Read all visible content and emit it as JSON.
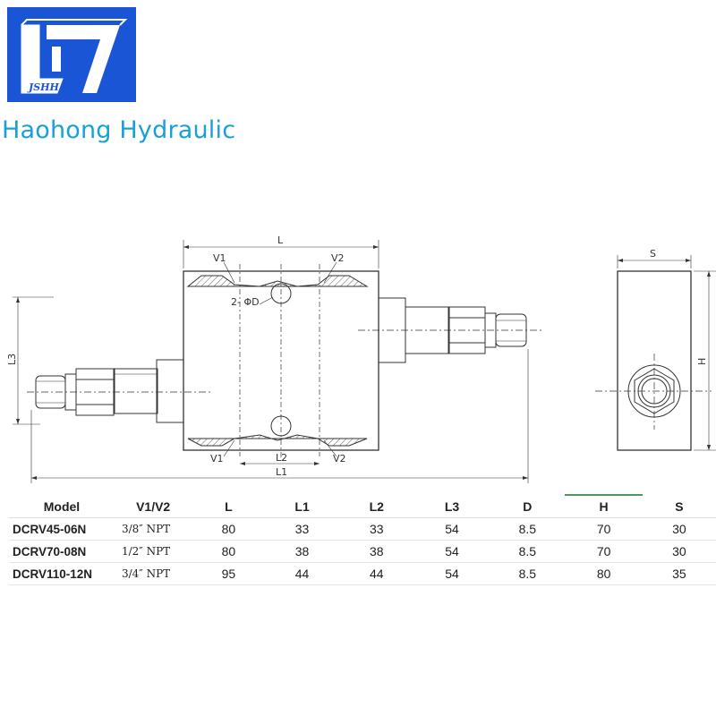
{
  "logo": {
    "text": "JSHH",
    "colors": {
      "frame": "#1a55d6",
      "mark": "#ffffff"
    }
  },
  "brand": {
    "name": "Haohong Hydraulic",
    "color": "#1aa0d8"
  },
  "drawing": {
    "labels": {
      "L": "L",
      "L1": "L1",
      "L2": "L2",
      "L3": "L3",
      "V1_top": "V1",
      "V2_top": "V2",
      "V1_bottom": "V1",
      "V2_bottom": "V2",
      "hole": "2- ΦD",
      "S": "S",
      "H": "H"
    }
  },
  "table": {
    "headers": [
      "Model",
      "V1/V2",
      "L",
      "L1",
      "L2",
      "L3",
      "D",
      "H",
      "S"
    ],
    "rows": [
      [
        "DCRV45-06N",
        "3/8″ NPT",
        "80",
        "33",
        "33",
        "54",
        "8.5",
        "70",
        "30"
      ],
      [
        "DCRV70-08N",
        "1/2″ NPT",
        "80",
        "38",
        "38",
        "54",
        "8.5",
        "70",
        "30"
      ],
      [
        "DCRV110-12N",
        "3/4″ NPT",
        "95",
        "44",
        "44",
        "54",
        "8.5",
        "80",
        "35"
      ]
    ]
  }
}
